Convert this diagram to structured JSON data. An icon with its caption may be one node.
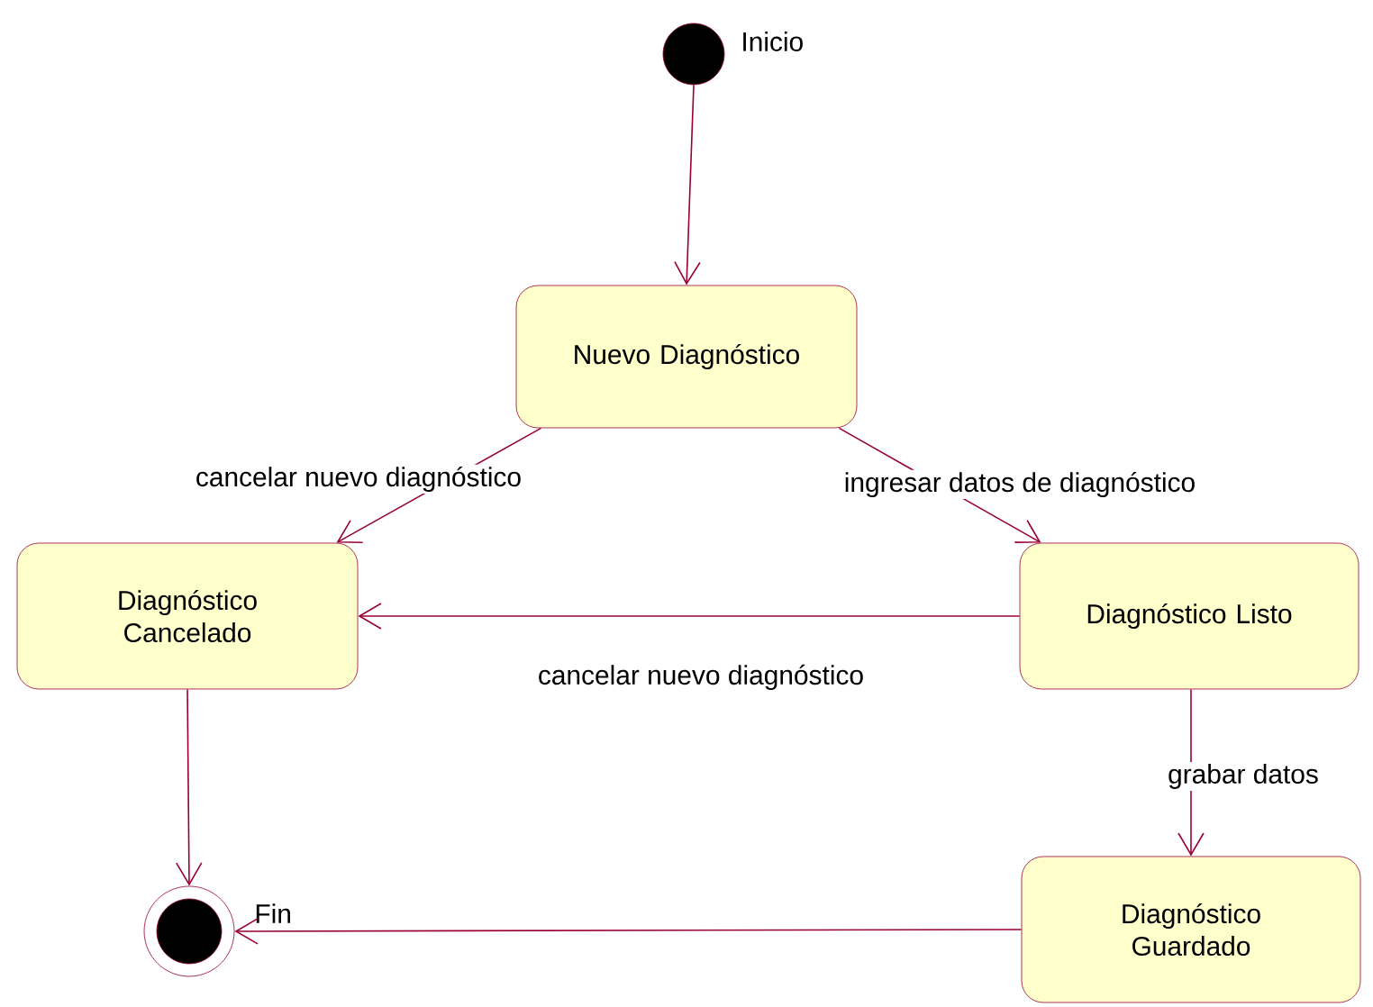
{
  "diagram": {
    "nodes": [
      {
        "text": [],
        "shape": "circle",
        "beside": [
          "Inicio"
        ]
      },
      {
        "text": [
          "Nuevo Diagnóstico"
        ]
      },
      {
        "text": [
          "Diagnóstico Cancelado"
        ]
      },
      {
        "text": [
          "Diagnóstico Listo"
        ]
      },
      {
        "text": [
          "Diagnóstico Guardado"
        ]
      },
      {
        "text": [],
        "shape": "bullseye",
        "beside": [
          "Fin"
        ]
      }
    ],
    "edges": [
      {
        "from": 0,
        "to": 1,
        "arrow": "to"
      },
      {
        "from": 1,
        "to": 2,
        "arrow": "to",
        "label": "cancelar nuevo diagnóstico"
      },
      {
        "from": 1,
        "to": 3,
        "arrow": "to",
        "label": "ingresar datos de diagnóstico"
      },
      {
        "from": 3,
        "to": 2,
        "arrow": "to",
        "label": "cancelar nuevo diagnóstico"
      },
      {
        "from": 3,
        "to": 4,
        "arrow": "to",
        "label": "grabar datos"
      },
      {
        "from": 2,
        "to": 5,
        "arrow": "to"
      },
      {
        "from": 4,
        "to": 5,
        "arrow": "to"
      }
    ]
  }
}
